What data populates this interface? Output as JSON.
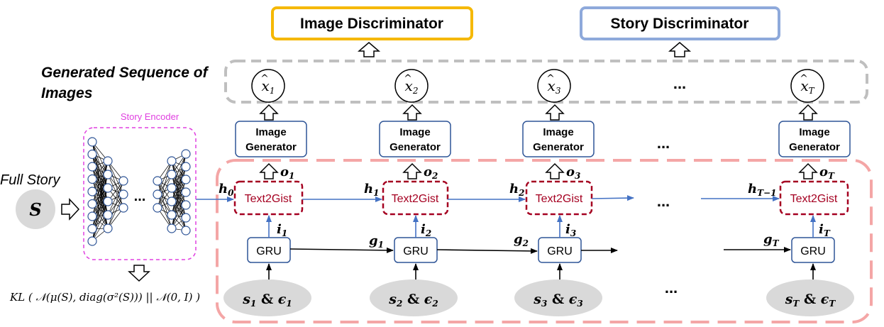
{
  "discriminators": {
    "image": "Image Discriminator",
    "story": "Story Discriminator"
  },
  "generated_sequence_label": [
    "Generated Sequence of",
    "Images"
  ],
  "images": {
    "x1": {
      "base": "x",
      "sub": "1"
    },
    "x2": {
      "base": "x",
      "sub": "2"
    },
    "x3": {
      "base": "x",
      "sub": "3"
    },
    "xT": {
      "base": "x",
      "sub": "T"
    },
    "ellipsis": "..."
  },
  "story_encoder": {
    "label": "Story Encoder",
    "ellipsis": "..."
  },
  "full_story": {
    "label": "Full Story",
    "symbol": "S"
  },
  "kl_formula": "KL ( 𝒩(μ(S), diag(σ²(S))) || 𝒩(0, I) )",
  "image_generator": [
    "Image",
    "Generator"
  ],
  "text2gist": "Text2Gist",
  "gru": "GRU",
  "labels": {
    "h0": {
      "base": "h",
      "sub": "0"
    },
    "h1": {
      "base": "h",
      "sub": "1"
    },
    "h2": {
      "base": "h",
      "sub": "2"
    },
    "hT": {
      "base": "h",
      "sub": "T−1"
    },
    "o1": {
      "base": "o",
      "sub": "1"
    },
    "o2": {
      "base": "o",
      "sub": "2"
    },
    "o3": {
      "base": "o",
      "sub": "3"
    },
    "oT": {
      "base": "o",
      "sub": "T"
    },
    "i1": {
      "base": "i",
      "sub": "1"
    },
    "i2": {
      "base": "i",
      "sub": "2"
    },
    "i3": {
      "base": "i",
      "sub": "3"
    },
    "iT": {
      "base": "i",
      "sub": "T"
    },
    "g1": {
      "base": "g",
      "sub": "1"
    },
    "g2": {
      "base": "g",
      "sub": "2"
    },
    "gT": {
      "base": "g",
      "sub": "T"
    }
  },
  "inputs": {
    "s1": {
      "s": "s",
      "s_sub": "1",
      "amp": " & ",
      "e": "ϵ",
      "e_sub": "1"
    },
    "s2": {
      "s": "s",
      "s_sub": "2",
      "amp": " & ",
      "e": "ϵ",
      "e_sub": "2"
    },
    "s3": {
      "s": "s",
      "s_sub": "3",
      "amp": " & ",
      "e": "ϵ",
      "e_sub": "3"
    },
    "sT": {
      "s": "s",
      "s_sub": "T",
      "amp": " & ",
      "e": "ϵ",
      "e_sub": "T"
    }
  },
  "ellipsis": "...",
  "colors": {
    "image_disc_border": "#F5B800",
    "story_disc_border": "#8EA9DB",
    "node_border": "#2F5597",
    "text2gist_border": "#A50021",
    "text2gist_text": "#A50021",
    "recurrent_region": "#F4A6A6",
    "generated_region": "#BFBFBF",
    "story_encoder": "#E040E0",
    "arrow_blue": "#4472C4",
    "input_fill": "#D9D9D9"
  }
}
